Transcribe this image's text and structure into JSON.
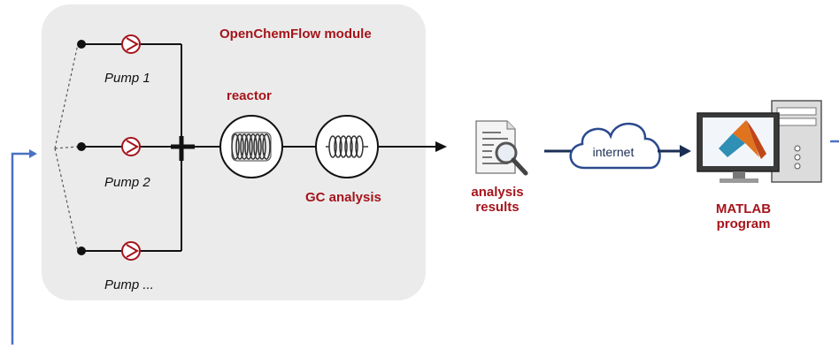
{
  "module": {
    "title": "OpenChemFlow module"
  },
  "pumps": [
    {
      "label": "Pump 1"
    },
    {
      "label": "Pump 2"
    },
    {
      "label": "Pump ..."
    }
  ],
  "reactor": {
    "label": "reactor"
  },
  "gc": {
    "label": "GC analysis"
  },
  "results": {
    "line1": "analysis",
    "line2": "results"
  },
  "cloud": {
    "label": "internet"
  },
  "matlab": {
    "line1": "MATLAB",
    "line2": "program"
  },
  "colors": {
    "accent_red": "#a5141b",
    "feedback_blue": "#4a72c4",
    "navy": "#1a2e56",
    "panel": "#ebebeb"
  }
}
